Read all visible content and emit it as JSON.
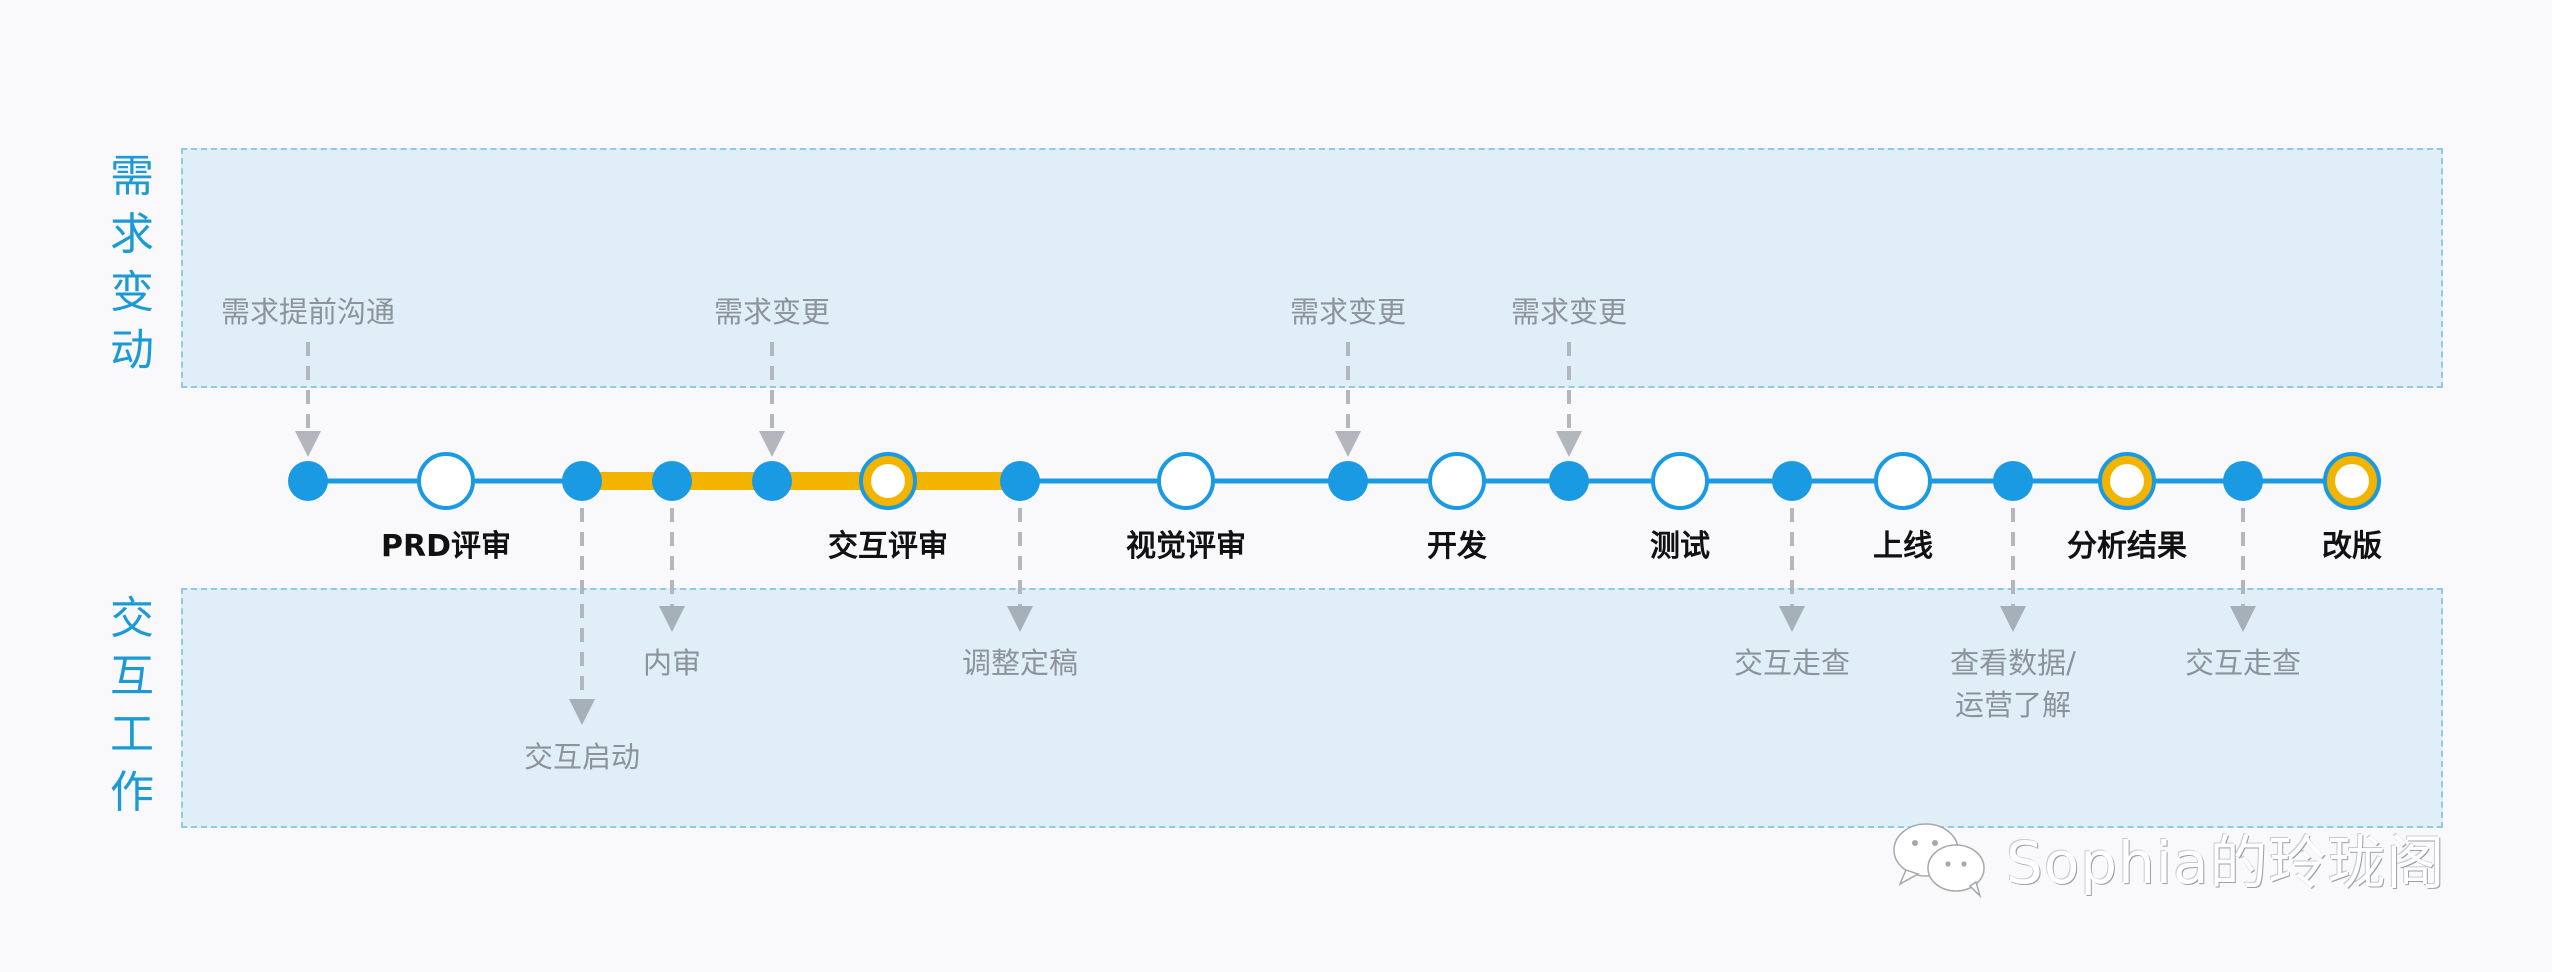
{
  "colors": {
    "track": "#1b9ae4",
    "highlight": "#f3b400",
    "node_fill": "#1b9ae4",
    "open_node_fill": "#ffffff",
    "band_fill": "#dfeef7",
    "band_border": "#8fcbe4",
    "side_title": "#1b9ad6",
    "annotation": "#8c939b",
    "arrow": "#b3b6bc"
  },
  "top_band": {
    "title_chars": [
      "需",
      "求",
      "变",
      "动"
    ]
  },
  "bottom_band": {
    "title_chars": [
      "交",
      "互",
      "工",
      "作"
    ]
  },
  "timeline": {
    "nodes": [
      {
        "type": "filled",
        "annotation": {
          "side": "top",
          "lines": [
            "需求提前沟通"
          ]
        }
      },
      {
        "type": "open",
        "label": "PRD评审"
      },
      {
        "type": "filled",
        "annotation": {
          "side": "bottom",
          "lines": [
            "交互启动"
          ],
          "far": true
        }
      },
      {
        "type": "filled",
        "annotation": {
          "side": "bottom",
          "lines": [
            "内审"
          ]
        }
      },
      {
        "type": "filled",
        "annotation": {
          "side": "top",
          "lines": [
            "需求变更"
          ]
        }
      },
      {
        "type": "ringed",
        "label": "交互评审"
      },
      {
        "type": "filled",
        "annotation": {
          "side": "bottom",
          "lines": [
            "调整定稿"
          ]
        }
      },
      {
        "type": "open",
        "label": "视觉评审"
      },
      {
        "type": "filled",
        "annotation": {
          "side": "top",
          "lines": [
            "需求变更"
          ]
        }
      },
      {
        "type": "open",
        "label": "开发"
      },
      {
        "type": "filled",
        "annotation": {
          "side": "top",
          "lines": [
            "需求变更"
          ]
        }
      },
      {
        "type": "open",
        "label": "测试"
      },
      {
        "type": "filled",
        "annotation": {
          "side": "bottom",
          "lines": [
            "交互走查"
          ]
        }
      },
      {
        "type": "open",
        "label": "上线"
      },
      {
        "type": "filled",
        "annotation": {
          "side": "bottom",
          "lines": [
            "查看数据/",
            "运营了解"
          ]
        }
      },
      {
        "type": "ringed",
        "label": "分析结果"
      },
      {
        "type": "filled",
        "annotation": {
          "side": "bottom",
          "lines": [
            "交互走查"
          ]
        }
      },
      {
        "type": "ringed",
        "label": "改版"
      }
    ],
    "highlight_segment": {
      "from_node": 2,
      "to_node": 6
    }
  },
  "watermark": {
    "text": "Sophia的玲珑阁",
    "icon": "wechat-icon"
  }
}
